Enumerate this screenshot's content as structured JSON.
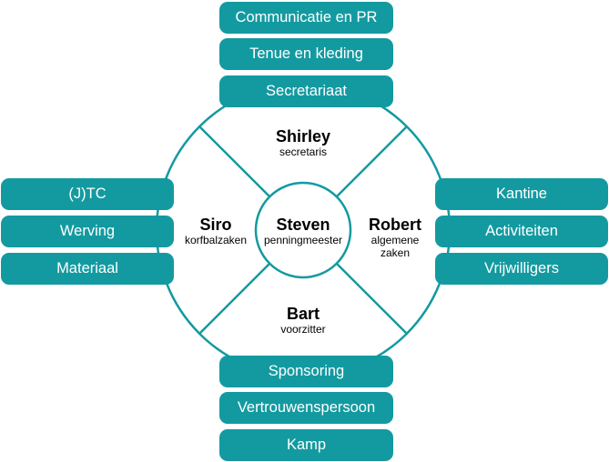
{
  "colors": {
    "teal": "#139aa0",
    "text": "#000000",
    "box_text": "#ffffff"
  },
  "top_boxes": [
    "Communicatie en PR",
    "Tenue en kleding",
    "Secretariaat"
  ],
  "left_boxes": [
    "(J)TC",
    "Werving",
    "Materiaal"
  ],
  "right_boxes": [
    "Kantine",
    "Activiteiten",
    "Vrijwilligers"
  ],
  "bottom_boxes": [
    "Sponsoring",
    "Vertrouwenspersoon",
    "Kamp"
  ],
  "people": {
    "center": {
      "name": "Steven",
      "role": "penningmeester"
    },
    "top": {
      "name": "Shirley",
      "role": "secretaris"
    },
    "left": {
      "name": "Siro",
      "role": "korfbalzaken"
    },
    "right": {
      "name": "Robert",
      "role": "algemene zaken"
    },
    "bottom": {
      "name": "Bart",
      "role": "voorzitter"
    }
  }
}
